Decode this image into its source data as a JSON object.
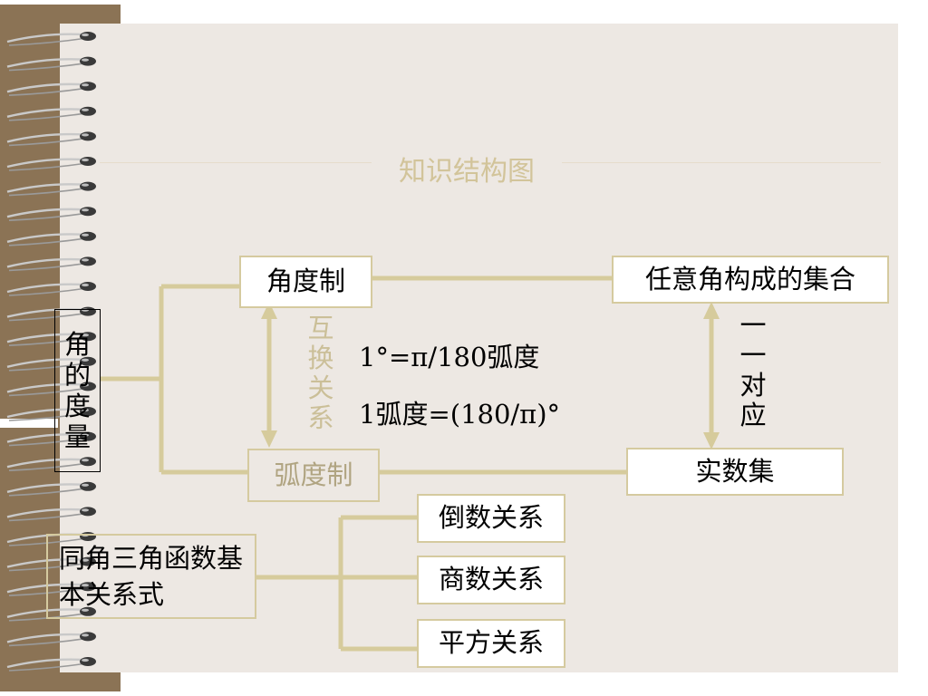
{
  "title": "知识结构图",
  "nodes": {
    "root": "角的度量",
    "degree_system": "角度制",
    "radian_system": "弧度制",
    "any_angle_set": "任意角构成的集合",
    "real_set": "实数集",
    "trig_relations": "同角三角函数基本关系式",
    "reciprocal": "倒数关系",
    "quotient": "商数关系",
    "square": "平方关系"
  },
  "labels": {
    "interchange": "互换关系",
    "one_to_one": "一一对应"
  },
  "formulas": {
    "deg_to_rad": "1°=π/180弧度",
    "rad_to_deg": "1弧度=(180/π)°"
  },
  "colors": {
    "paper": "#ede8e3",
    "spine": "#8b7355",
    "connector": "#d6cb9c",
    "title": "#d2c49a",
    "box_border": "#d5ca9f"
  }
}
